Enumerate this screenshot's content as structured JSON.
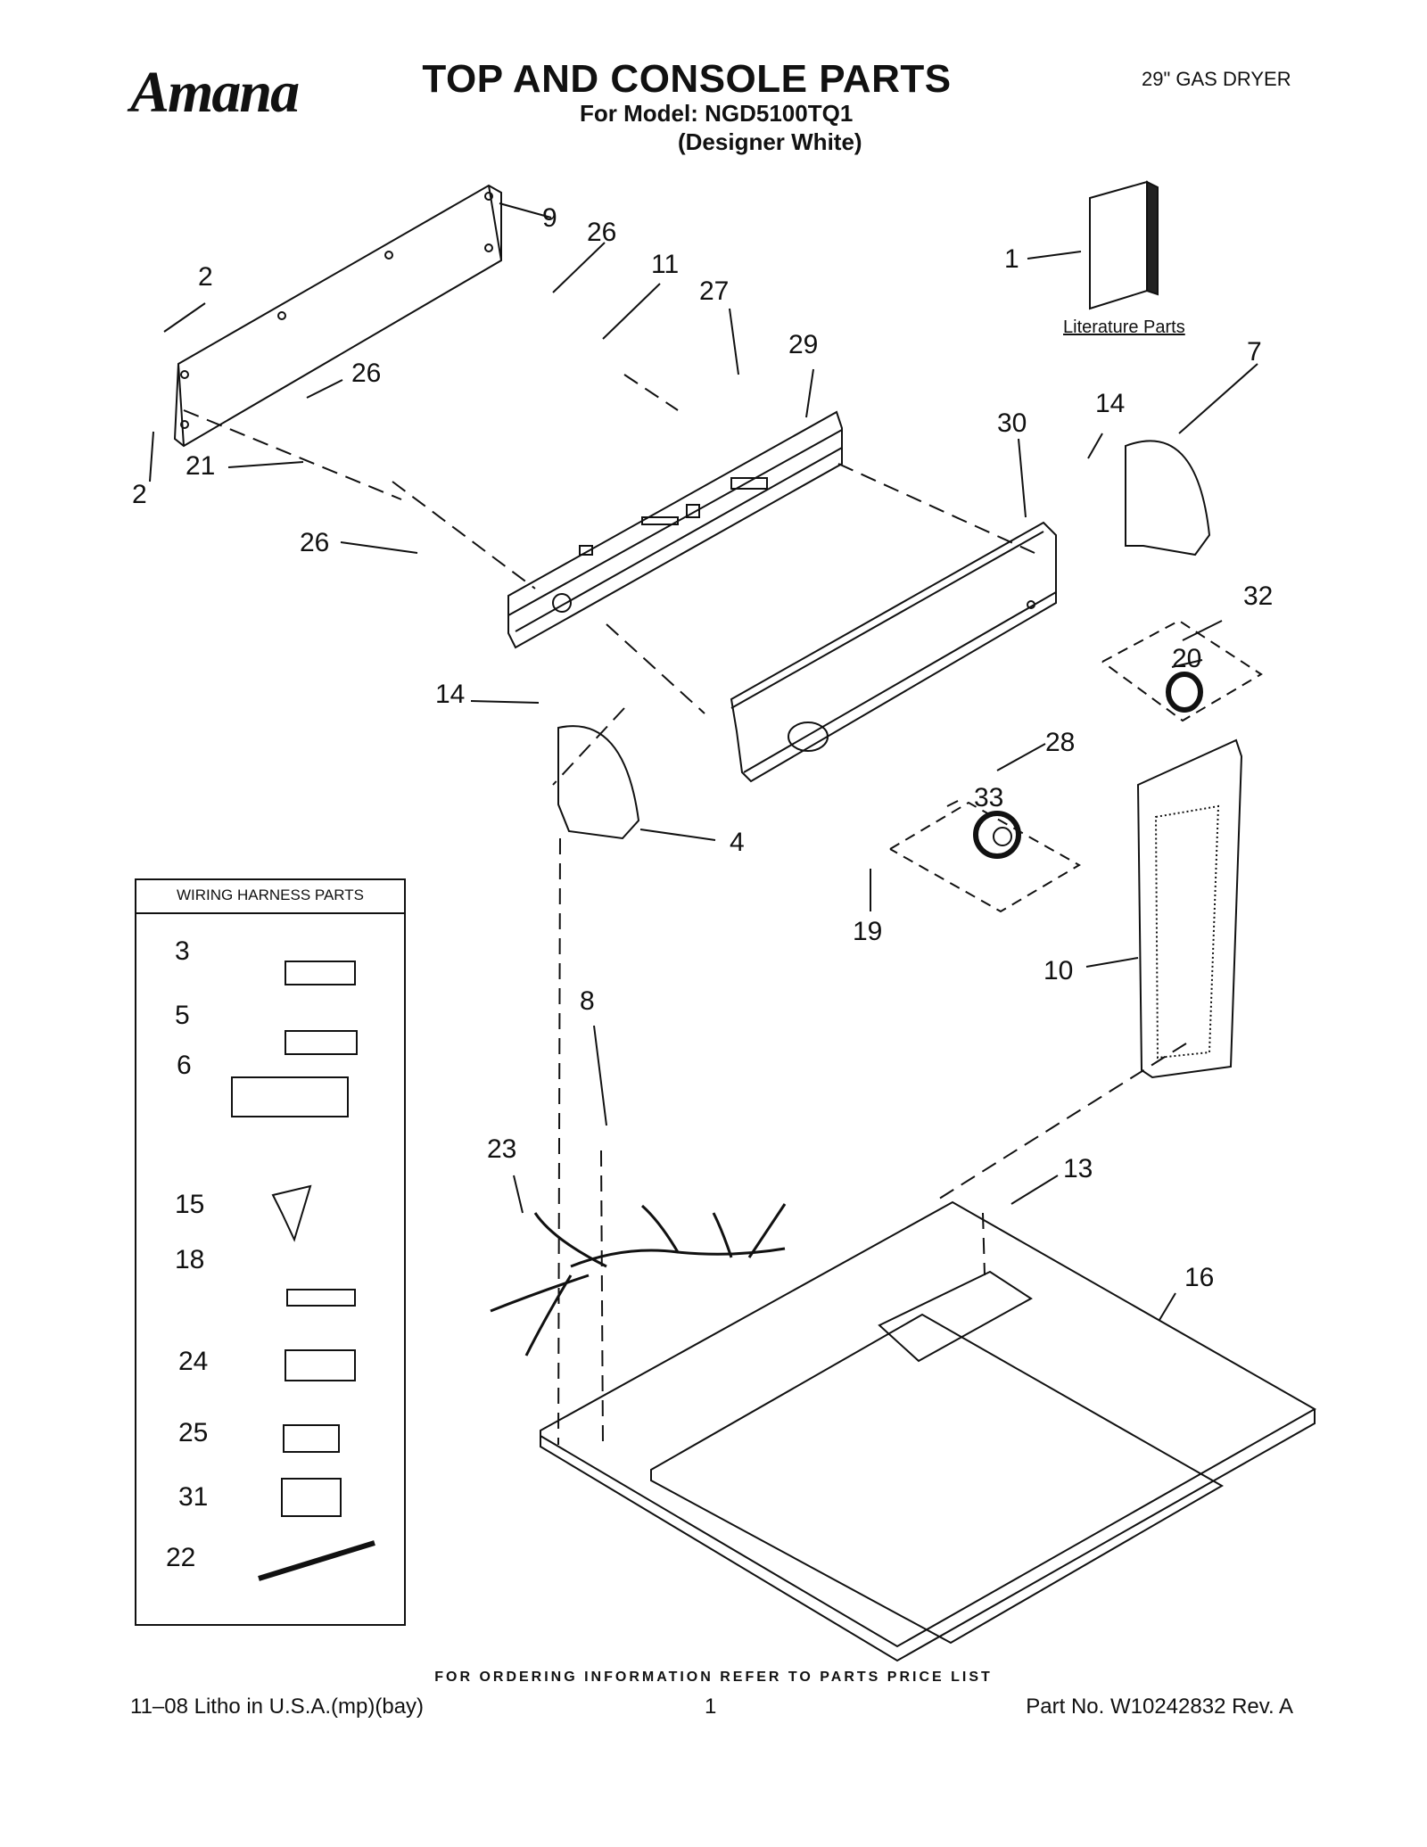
{
  "header": {
    "brand": "Amana",
    "title": "TOP AND CONSOLE PARTS",
    "model_line": "For Model: NGD5100TQ1",
    "color_line": "(Designer White)",
    "product": "29\" GAS DRYER"
  },
  "diagram": {
    "literature_label": "Literature Parts",
    "wiring_box_title": "WIRING HARNESS PARTS",
    "callouts": [
      "1",
      "2",
      "2",
      "3",
      "4",
      "5",
      "6",
      "7",
      "8",
      "9",
      "10",
      "11",
      "13",
      "14",
      "14",
      "15",
      "16",
      "18",
      "19",
      "20",
      "21",
      "22",
      "23",
      "24",
      "25",
      "26",
      "26",
      "26",
      "27",
      "28",
      "29",
      "30",
      "31",
      "32",
      "33"
    ]
  },
  "footer": {
    "note": "FOR ORDERING INFORMATION REFER TO PARTS PRICE LIST",
    "litho": "11–08 Litho in U.S.A.(mp)(bay)",
    "page": "1",
    "part_no": "Part No. W10242832 Rev. A"
  }
}
